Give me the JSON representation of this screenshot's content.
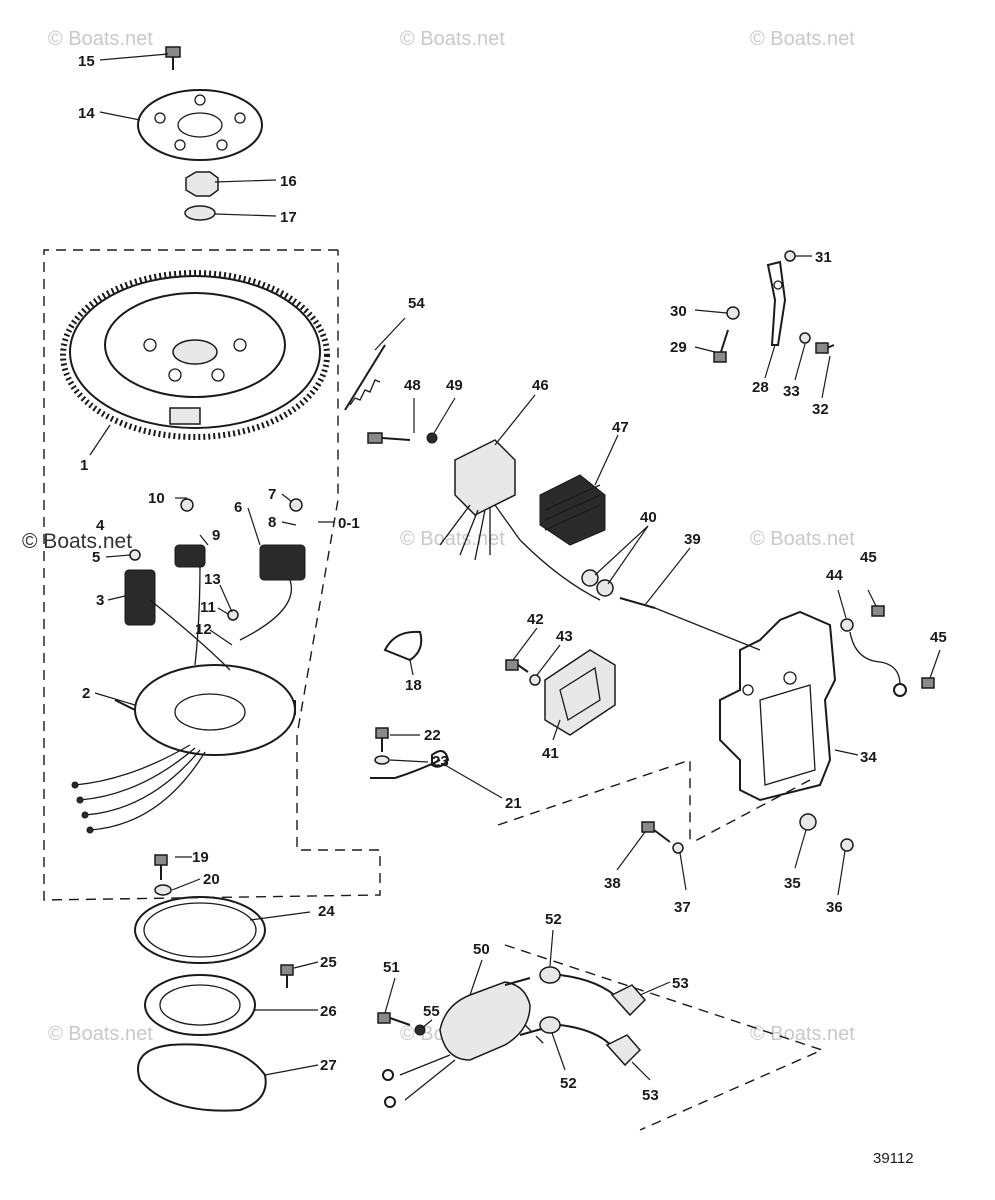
{
  "watermarks": {
    "brand": "© Boats.net",
    "brand_inset": "© Boats.net"
  },
  "figure_number": "39112",
  "group_label": "0-1",
  "callouts": [
    "1",
    "2",
    "3",
    "4",
    "5",
    "6",
    "7",
    "8",
    "9",
    "10",
    "11",
    "12",
    "13",
    "14",
    "15",
    "16",
    "17",
    "18",
    "19",
    "20",
    "21",
    "22",
    "23",
    "24",
    "25",
    "26",
    "27",
    "28",
    "29",
    "30",
    "31",
    "32",
    "33",
    "34",
    "35",
    "36",
    "37",
    "38",
    "39",
    "40",
    "41",
    "42",
    "43",
    "44",
    "45",
    "45",
    "46",
    "47",
    "48",
    "49",
    "50",
    "51",
    "52",
    "52",
    "53",
    "53",
    "54",
    "55"
  ]
}
